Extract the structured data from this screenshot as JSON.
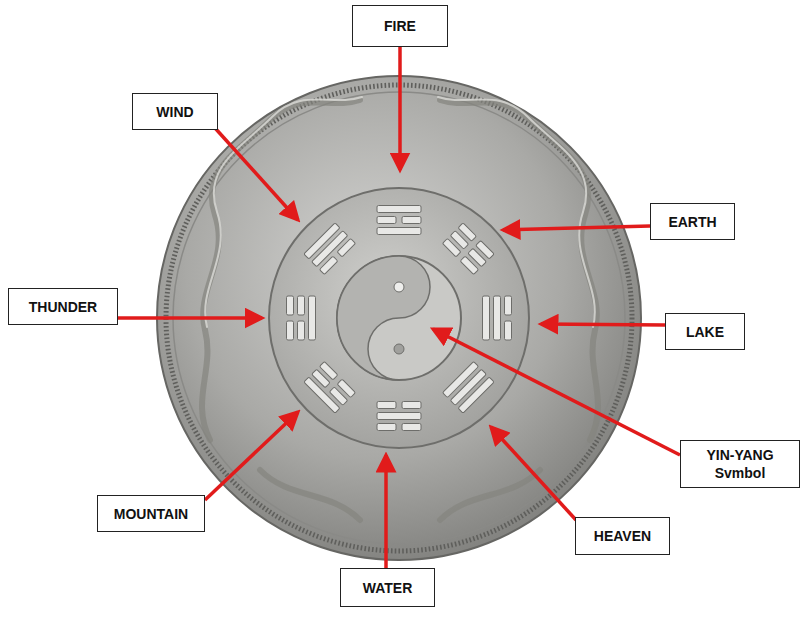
{
  "diagram": {
    "nodes": [
      {
        "text": [
          "FIRE"
        ]
      },
      {
        "text": [
          "WIND"
        ]
      },
      {
        "text": [
          "EARTH"
        ]
      },
      {
        "text": [
          "THUNDER"
        ]
      },
      {
        "text": [
          "LAKE"
        ]
      },
      {
        "text": [
          "YIN-YANG Svmbol"
        ]
      },
      {
        "text": [
          "MOUNTAIN"
        ]
      },
      {
        "text": [
          "HEAVEN"
        ]
      },
      {
        "text": [
          "WATER"
        ]
      }
    ]
  }
}
